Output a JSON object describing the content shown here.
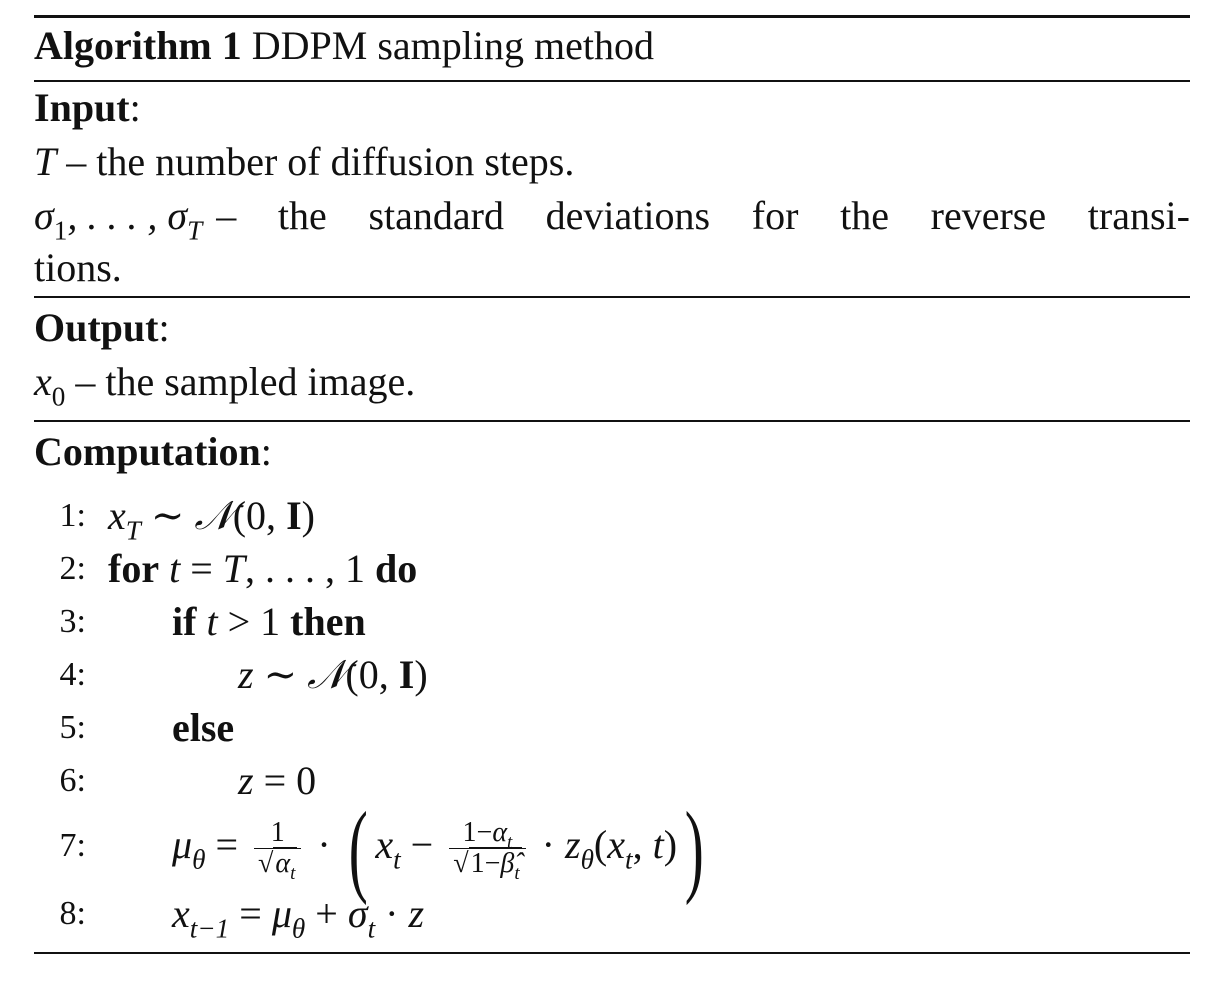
{
  "algorithm": {
    "label": "Algorithm 1",
    "title": "DDPM sampling method"
  },
  "input": {
    "heading": "Input",
    "items": [
      {
        "math": "T",
        "text": "– the number of diffusion steps."
      },
      {
        "math_base": "σ",
        "math_sub_1": "1",
        "math_mid": ", . . . , σ",
        "math_sub_2": "T",
        "text": "– the standard deviations for the reverse transi-",
        "continuation": "tions."
      }
    ]
  },
  "output": {
    "heading": "Output",
    "items": [
      {
        "math_base": "x",
        "math_sub": "0",
        "text": "– the sampled image."
      }
    ]
  },
  "computation": {
    "heading": "Computation",
    "steps": [
      {
        "num": "1:",
        "indent": 0
      },
      {
        "num": "2:",
        "indent": 0,
        "kw1": "for",
        "kw2": "do"
      },
      {
        "num": "3:",
        "indent": 1,
        "kw1": "if",
        "kw2": "then"
      },
      {
        "num": "4:",
        "indent": 2
      },
      {
        "num": "5:",
        "indent": 1,
        "kw1": "else"
      },
      {
        "num": "6:",
        "indent": 2
      },
      {
        "num": "7:",
        "indent": 1
      },
      {
        "num": "8:",
        "indent": 1
      }
    ]
  }
}
